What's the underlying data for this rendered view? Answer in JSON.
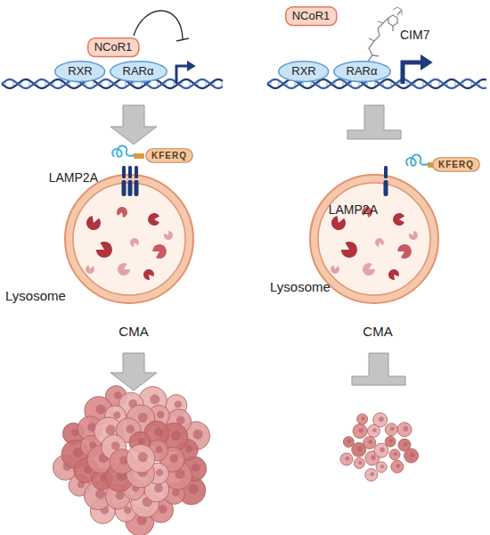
{
  "diagram": {
    "nodes": [
      {
        "text": [
          "NCoR1"
        ]
      },
      {
        "text": [
          "NCoR1"
        ]
      },
      {
        "text": [
          "RXR"
        ]
      },
      {
        "text": [
          "RARα"
        ]
      },
      {
        "text": [
          "RXR"
        ]
      },
      {
        "text": [
          "RARα"
        ]
      },
      {
        "text": [
          "KFERQ"
        ]
      },
      {
        "text": [
          "KFERQ"
        ]
      }
    ],
    "labels": [
      "CIM7",
      "LAMP2A",
      "LAMP2A",
      "Lysosome",
      "Lysosome",
      "CMA",
      "CMA"
    ]
  }
}
